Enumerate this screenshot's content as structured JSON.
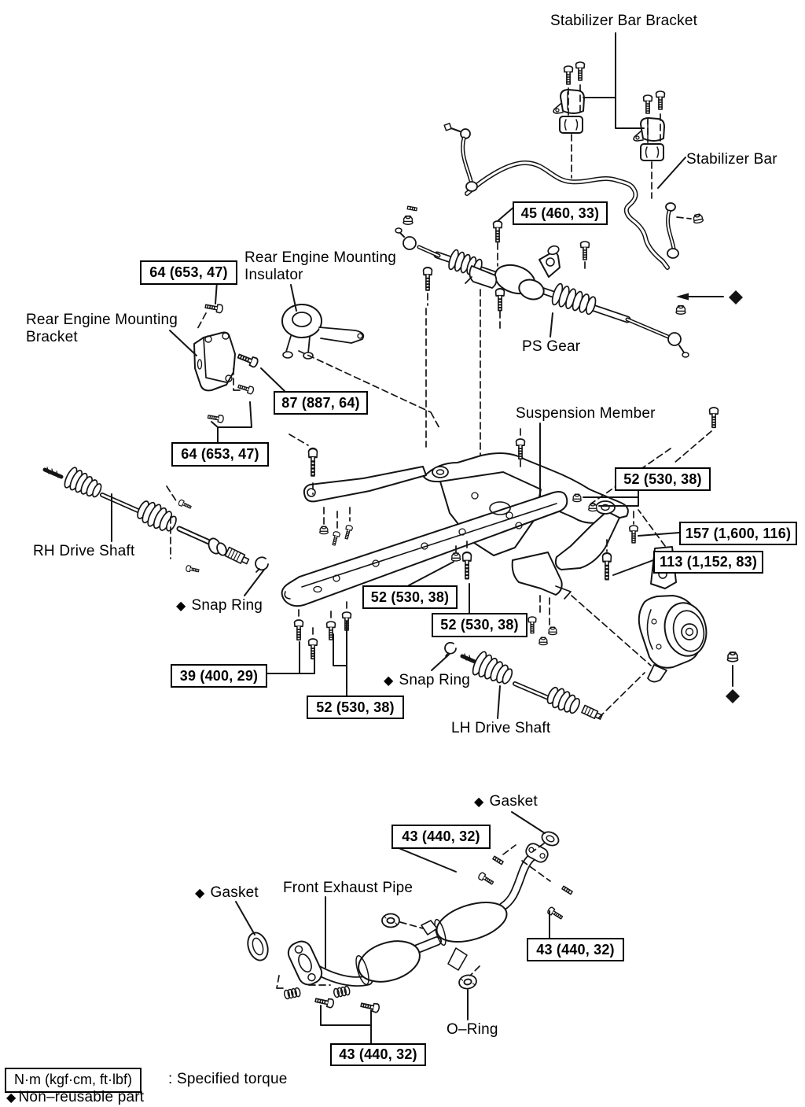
{
  "page": {
    "background": "#ffffff",
    "line_color": "#141414"
  },
  "icons": {
    "diamond": "◆"
  },
  "labels": {
    "stabilizer_bar_bracket": "Stabilizer Bar Bracket",
    "stabilizer_bar": "Stabilizer Bar",
    "rear_engine_mounting_insulator_l1": "Rear Engine Mounting",
    "rear_engine_mounting_insulator_l2": "Insulator",
    "rear_engine_mounting_bracket_l1": "Rear Engine Mounting",
    "rear_engine_mounting_bracket_l2": "Bracket",
    "ps_gear": "PS Gear",
    "suspension_member": "Suspension Member",
    "rh_drive_shaft": "RH Drive Shaft",
    "lh_drive_shaft": "LH Drive Shaft",
    "snap_ring_left": "Snap Ring",
    "snap_ring_right": "Snap Ring",
    "gasket_top": "Gasket",
    "gasket_left": "Gasket",
    "front_exhaust_pipe": "Front Exhaust Pipe",
    "o_ring": "O–Ring"
  },
  "torque_boxes": [
    {
      "text": "64 (653, 47)"
    },
    {
      "text": "45 (460, 33)"
    },
    {
      "text": "87 (887, 64)"
    },
    {
      "text": "64 (653, 47)"
    },
    {
      "text": "52 (530, 38)"
    },
    {
      "text": "157 (1,600, 116)"
    },
    {
      "text": "113 (1,152, 83)"
    },
    {
      "text": "52 (530, 38)"
    },
    {
      "text": "52 (530, 38)"
    },
    {
      "text": "39 (400, 29)"
    },
    {
      "text": "52 (530, 38)"
    },
    {
      "text": "43 (440, 32)"
    },
    {
      "text": "43 (440, 32)"
    },
    {
      "text": "43 (440, 32)"
    }
  ],
  "legend": {
    "torque_unit_box": "N·m (kgf·cm, ft·lbf)",
    "torque_meaning": ": Specified torque",
    "non_reusable": "Non–reusable part"
  }
}
